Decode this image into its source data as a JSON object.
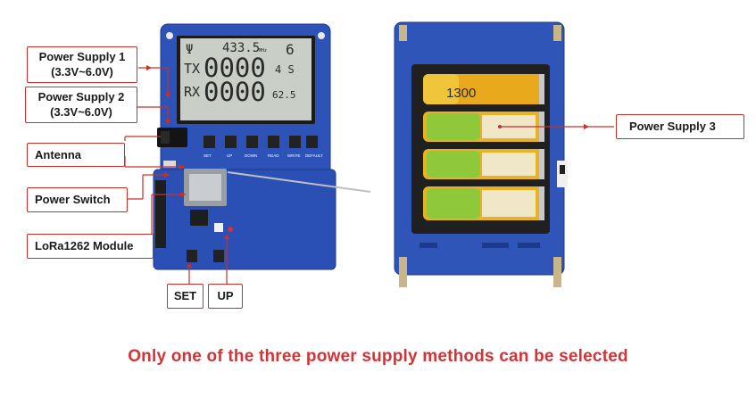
{
  "labels": {
    "power_supply_1": {
      "title": "Power Supply 1",
      "range": "(3.3V~6.0V)"
    },
    "power_supply_2": {
      "title": "Power Supply 2",
      "range": "(3.3V~6.0V)"
    },
    "antenna": "Antenna",
    "power_switch": "Power Switch",
    "lora_module": "LoRa1262 Module",
    "set_button": "SET",
    "up_button": "UP",
    "power_supply_3": "Power Supply 3"
  },
  "lcd": {
    "top_value": "433.5",
    "top_unit": "MHz",
    "top_right": "6",
    "tx_label": "TX",
    "tx_digits": "0000",
    "tx_right": "4 S",
    "rx_label": "RX",
    "rx_digits": "0000",
    "rx_right": "62.5"
  },
  "board_buttons": [
    "SET",
    "UP",
    "DOWN",
    "READ",
    "WRITE",
    "DEFAULT"
  ],
  "footer": "Only one of the three power supply methods can be selected",
  "colors": {
    "accent": "#d63235",
    "board": "#2a4fb3",
    "lcd": "#c7ccc4"
  }
}
